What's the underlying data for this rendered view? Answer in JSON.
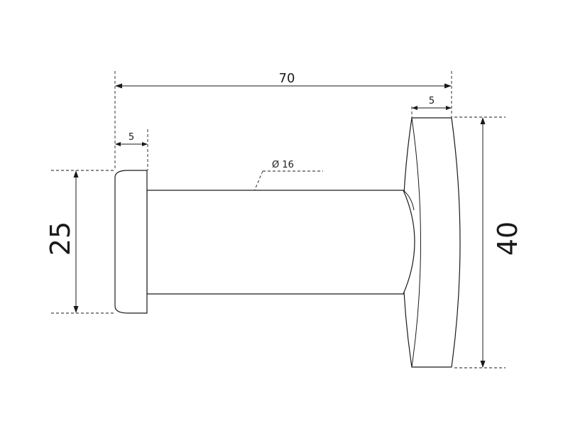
{
  "drawing": {
    "subject": "",
    "dimensions": {
      "overall_length": "70",
      "left_cap_width": "5",
      "right_base_width": "5",
      "shaft_diameter": "Ø 16",
      "left_cap_height": "25",
      "base_height": "40"
    }
  }
}
